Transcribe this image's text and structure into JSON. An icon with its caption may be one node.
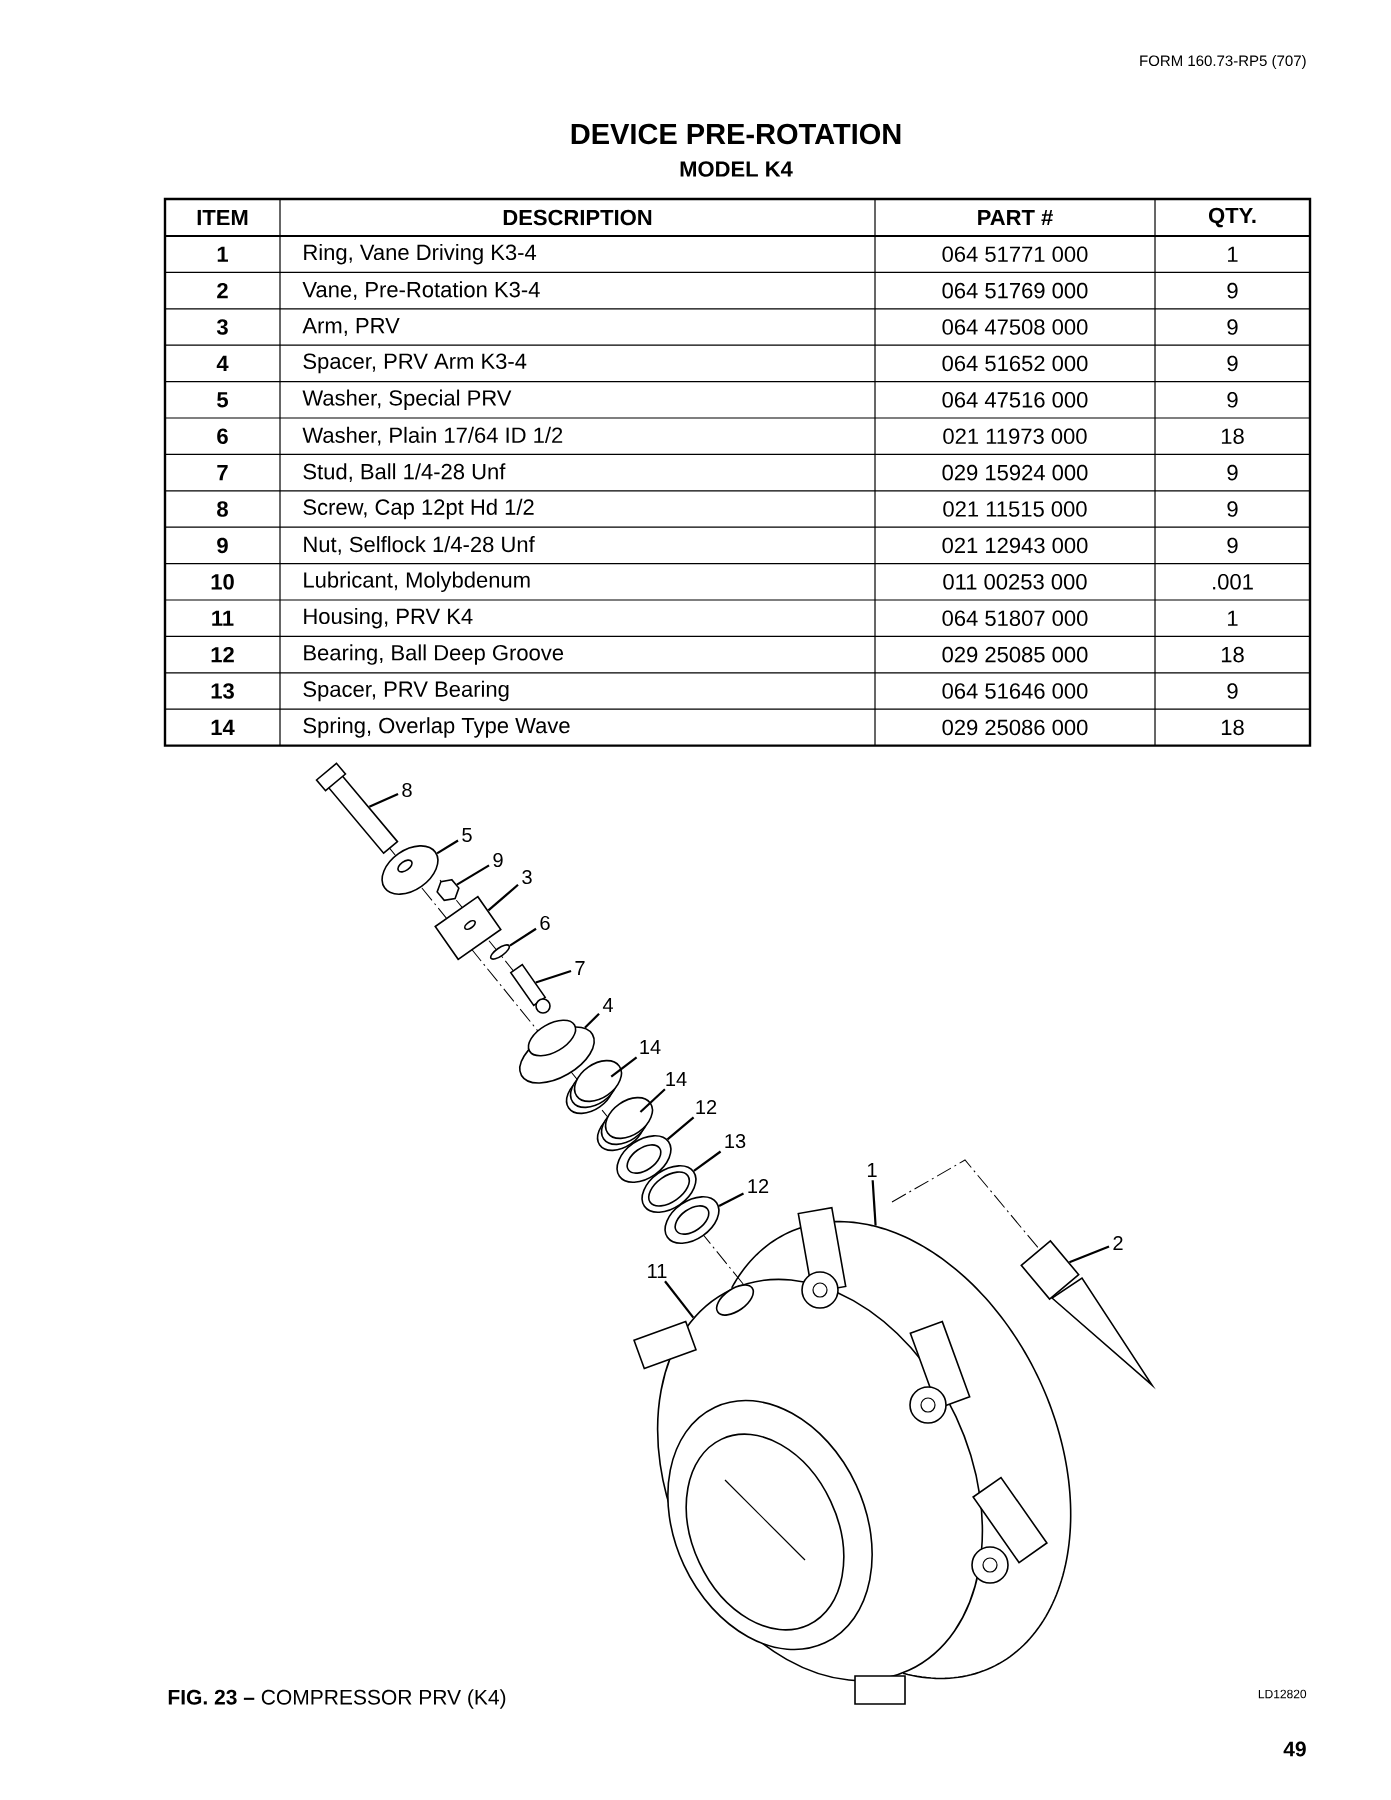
{
  "diagram": {
    "title": "DEVICE PRE-ROTATION",
    "caption": "**FIG. 23 –** COMPRESSOR PRV (K4)",
    "nodes": [
      {
        "text": [
          "8"
        ]
      },
      {
        "text": [
          "5"
        ]
      },
      {
        "text": [
          "9"
        ]
      },
      {
        "text": [
          "3"
        ]
      },
      {
        "text": [
          "6"
        ]
      },
      {
        "text": [
          "7"
        ]
      },
      {
        "text": [
          "4"
        ]
      },
      {
        "text": [
          "14"
        ]
      },
      {
        "text": [
          "14"
        ]
      },
      {
        "text": [
          "12"
        ]
      },
      {
        "text": [
          "13"
        ]
      },
      {
        "text": [
          "12"
        ]
      },
      {
        "text": [
          "1"
        ]
      },
      {
        "text": [
          "2"
        ]
      },
      {
        "text": [
          "11"
        ]
      },
      {
        "text": [],
        "shape": "picture"
      },
      {
        "text": [],
        "shape": "picture"
      },
      {
        "text": [],
        "shape": "picture"
      },
      {
        "text": [],
        "shape": "picture"
      },
      {
        "text": [],
        "shape": "picture"
      },
      {
        "text": [],
        "shape": "picture"
      },
      {
        "text": [],
        "shape": "picture"
      },
      {
        "text": [],
        "shape": "picture"
      },
      {
        "text": [],
        "shape": "picture"
      },
      {
        "text": [],
        "shape": "picture"
      },
      {
        "text": [],
        "shape": "picture"
      },
      {
        "text": [],
        "shape": "picture"
      },
      {
        "text": [],
        "shape": "picture"
      },
      {
        "text": [],
        "shape": "picture"
      },
      {
        "text": [],
        "shape": "picture"
      }
    ],
    "edges": [
      {
        "from": 0,
        "to": 15,
        "arrow": "none"
      },
      {
        "from": 1,
        "to": 16,
        "arrow": "none"
      },
      {
        "from": 2,
        "to": 17,
        "arrow": "none"
      },
      {
        "from": 3,
        "to": 18,
        "arrow": "none"
      },
      {
        "from": 4,
        "to": 19,
        "arrow": "none"
      },
      {
        "from": 5,
        "to": 20,
        "arrow": "none"
      },
      {
        "from": 6,
        "to": 21,
        "arrow": "none"
      },
      {
        "from": 7,
        "to": 22,
        "arrow": "none"
      },
      {
        "from": 8,
        "to": 23,
        "arrow": "none"
      },
      {
        "from": 9,
        "to": 24,
        "arrow": "none"
      },
      {
        "from": 10,
        "to": 25,
        "arrow": "none"
      },
      {
        "from": 11,
        "to": 26,
        "arrow": "none"
      },
      {
        "from": 12,
        "to": 27,
        "arrow": "none"
      },
      {
        "from": 13,
        "to": 28,
        "arrow": "none"
      },
      {
        "from": 14,
        "to": 29,
        "arrow": "none"
      }
    ],
    "labels": [
      "FORM 160.73-RP5 (707)",
      "MODEL K4",
      "ITEM",
      "DESCRIPTION",
      "PART #",
      "QTY.",
      "1",
      "Ring, Vane Driving K3-4",
      "064 51771 000",
      "1",
      "2",
      "Vane, Pre-Rotation K3-4",
      "064 51769 000",
      "9",
      "3",
      "Arm, PRV",
      "064 47508 000",
      "9",
      "4",
      "Spacer, PRV Arm K3-4",
      "064 51652 000",
      "9",
      "5",
      "Washer, Special PRV",
      "064 47516 000",
      "9",
      "6",
      "Washer, Plain 17/64 ID 1/2",
      "021 11973 000",
      "18",
      "7",
      "Stud, Ball 1/4-28 Unf",
      "029 15924 000",
      "9",
      "8",
      "Screw, Cap 12pt Hd 1/2",
      "021 11515 000",
      "9",
      "9",
      "Nut, Selflock 1/4-28 Unf",
      "021 12943 000",
      "9",
      "10",
      "Lubricant, Molybdenum",
      "011 00253 000",
      ".001",
      "11",
      "Housing, PRV K4",
      "064 51807 000",
      "1",
      "12",
      "Bearing, Ball Deep Groove",
      "029 25085 000",
      "18",
      "13",
      "Spacer, PRV Bearing",
      "064 51646 000",
      "9",
      "14",
      "Spring, Overlap Type Wave",
      "029 25086 000",
      "18",
      "LD12820",
      "49"
    ]
  }
}
